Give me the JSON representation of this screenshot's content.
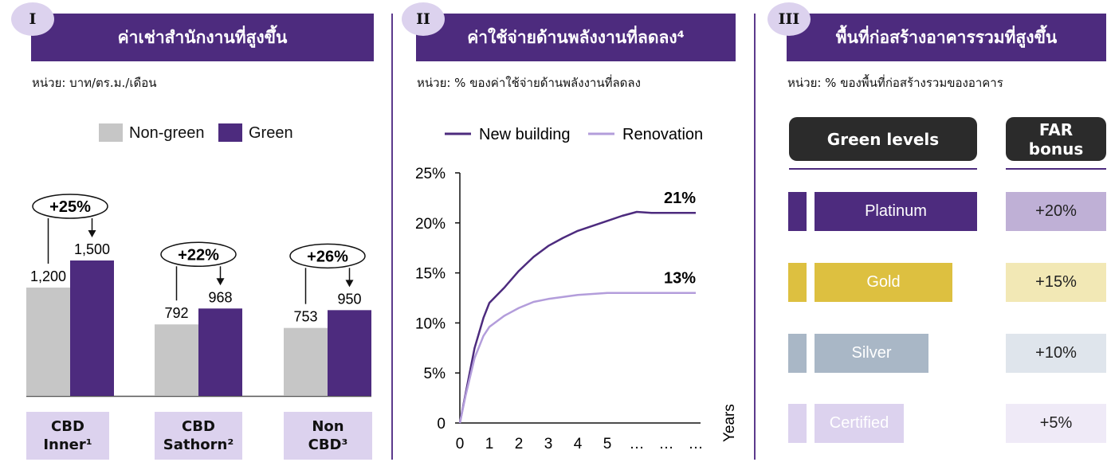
{
  "panel1": {
    "badge": "I",
    "title": "ค่าเช่าสำนักงานที่สูงขึ้น",
    "unit": "หน่วย: บาท/ตร.ม./เดือน"
  },
  "panel2": {
    "badge": "II",
    "title": "ค่าใช้จ่ายด้านพลังงานที่ลดลง⁴",
    "unit": "หน่วย: % ของค่าใช้จ่ายด้านพลังงานที่ลดลง"
  },
  "panel3": {
    "badge": "III",
    "title": "พื้นที่ก่อสร้างอาคารรวมที่สูงขึ้น",
    "unit": "หน่วย: % ของพื้นที่ก่อสร้างรวมของอาคาร",
    "col_green_levels": "Green levels",
    "col_far_bonus": "FAR\nbonus"
  },
  "chart_data": [
    {
      "type": "bar",
      "categories": [
        "CBD\nInner¹",
        "CBD\nSathorn²",
        "Non\nCBD³"
      ],
      "series": [
        {
          "name": "Non-green",
          "values": [
            1200,
            792,
            753
          ],
          "color": "#c6c6c6"
        },
        {
          "name": "Green",
          "values": [
            1500,
            968,
            950
          ],
          "color": "#4d2b7e"
        }
      ],
      "value_labels": {
        "Non-green": [
          "1,200",
          "792",
          "753"
        ],
        "Green": [
          "1,500",
          "968",
          "950"
        ]
      },
      "annotations": [
        "+25%",
        "+22%",
        "+26%"
      ],
      "ylim": [
        0,
        1500
      ],
      "legend": "top-center"
    },
    {
      "type": "line",
      "x_tick_labels": [
        "0",
        "1",
        "2",
        "3",
        "4",
        "5",
        "…",
        "…",
        "…"
      ],
      "xlabel": "Years",
      "y_tick_labels": [
        "0",
        "5%",
        "10%",
        "15%",
        "20%",
        "25%"
      ],
      "ylim": [
        0,
        25
      ],
      "series": [
        {
          "name": "New building",
          "color": "#4d2b7e",
          "x": [
            0,
            0.2,
            0.5,
            0.8,
            1,
            1.5,
            2,
            2.5,
            3,
            3.5,
            4,
            4.5,
            5,
            5.5,
            6,
            6.5,
            7,
            7.5,
            8
          ],
          "y": [
            0,
            3,
            7.5,
            10.5,
            12,
            13.5,
            15.2,
            16.6,
            17.7,
            18.5,
            19.2,
            19.7,
            20.2,
            20.7,
            21.1,
            21.0,
            21.0,
            21.0,
            21.0
          ],
          "end_label": "21%"
        },
        {
          "name": "Renovation",
          "color": "#b39ddb",
          "x": [
            0,
            0.2,
            0.5,
            0.8,
            1,
            1.5,
            2,
            2.5,
            3,
            3.5,
            4,
            4.5,
            5,
            5.5,
            6,
            6.5,
            7,
            7.5,
            8
          ],
          "y": [
            0,
            2.8,
            6.5,
            8.7,
            9.6,
            10.7,
            11.5,
            12.1,
            12.4,
            12.6,
            12.8,
            12.9,
            13.0,
            13.0,
            13.0,
            13.0,
            13.0,
            13.0,
            13.0
          ],
          "end_label": "13%"
        }
      ],
      "legend": "top"
    },
    {
      "type": "table",
      "columns": [
        "Green levels",
        "FAR bonus"
      ],
      "rows": [
        {
          "level": "Platinum",
          "bonus": "+20%",
          "color": "#4d2b7e",
          "bonus_bg": "#bfb0d6",
          "fraction": 1.0
        },
        {
          "level": "Gold",
          "bonus": "+15%",
          "color": "#ddc040",
          "bonus_bg": "#f2e8b5",
          "fraction": 0.75
        },
        {
          "level": "Silver",
          "bonus": "+10%",
          "color": "#a9b7c6",
          "bonus_bg": "#dfe5ec",
          "fraction": 0.5
        },
        {
          "level": "Certified",
          "bonus": "+5%",
          "color": "#dcd2ee",
          "bonus_bg": "#efeaf7",
          "fraction": 0.25
        }
      ]
    }
  ]
}
